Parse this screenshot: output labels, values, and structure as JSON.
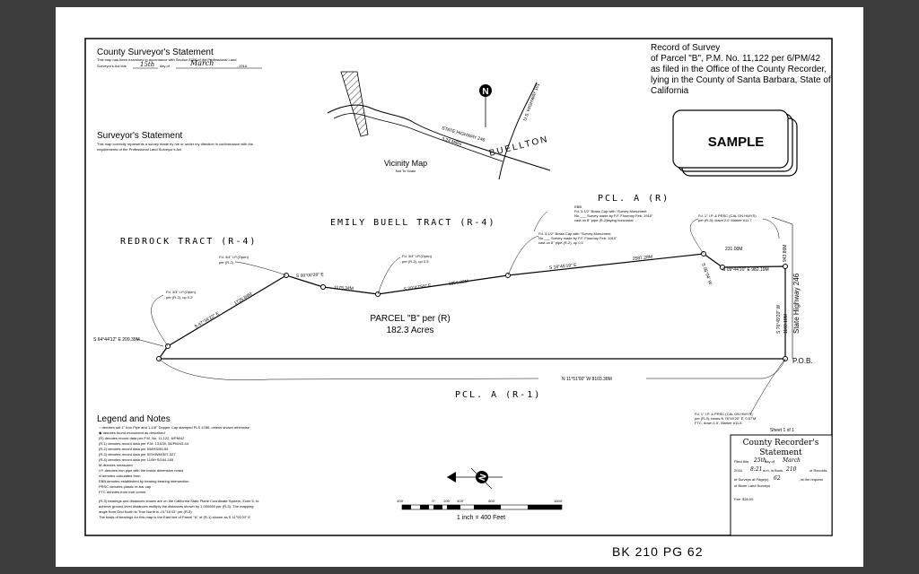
{
  "surveyor_county": {
    "title": "County Surveyor's Statement",
    "line1": "This map has been examined in accordance with Section 8766 of the Professional Land",
    "line2": "Surveyor's Act this",
    "day": "15th",
    "day_of": "day of",
    "month": "March",
    "year": ", 2016"
  },
  "surveyor_statement": {
    "title": "Surveyor's Statement",
    "line1": "This map correctly represents a survey made by me or under my direction in conformance with the",
    "line2": "requirements of the Professional Land Surveyor's Act"
  },
  "record": {
    "line1": "Record of Survey",
    "line2": "of Parcel \"B\", P.M. No. 11,122 per 6/PM/42",
    "line3": "as filed in the Office of the County Recorder,",
    "line4": "lying in the County of Santa Barbara, State of",
    "line5": "California"
  },
  "stamp": "SAMPLE",
  "vicinity": {
    "title": "Vicinity Map",
    "subtitle": "Not To Scale",
    "highway": "STATE HIGHWAY 246",
    "us101": "U.S. HIGHWAY 101",
    "distance": "3.24 Miles",
    "town": "BUELLTON"
  },
  "tracts": {
    "redrock": "REDROCK TRACT (R-4)",
    "emily": "EMILY BUELL TRACT (R-4)",
    "pcl_a_top": "PCL. A (R)",
    "pcl_a_bottom": "PCL. A (R-1)"
  },
  "parcel": {
    "name": "PARCEL \"B\" per (R)",
    "area": "182.3 Acres"
  },
  "calls": {
    "c1": "S 64°44'12\" E  209.39M",
    "c2": "1725.84M",
    "c3": "S 47°34'22\" E",
    "c4": "S 00°00'28\" E",
    "c5": "1175.34M",
    "c6": "S 20°47'58\" E",
    "c7": "1856.22M",
    "c8": "S 18°45'19\" E",
    "c9": "2587.28M",
    "c10": "S 09°44'10\" E  982.19M",
    "c11": "231.00M",
    "c12": "S 05°04' W",
    "c13": "S 76°49'20\" W",
    "c14": "1103.18M",
    "c15": "State Highway 246",
    "c16": "943.86M",
    "c17": "N 11°51'00\" W  8103.38M",
    "pob": "P.O.B."
  },
  "monuments": {
    "m1a": "Fd. 3/4\" I.P.(Open)",
    "m1b": "per (R-2), up 0.2'",
    "m2a": "Fd. 3/4\" I.P.(Open)",
    "m2b": "per (R-2)",
    "m3a": "Fd. 3/4\" I.P.(Open)",
    "m3b": "per (R-2), up 0.3'",
    "m4a": "Fd. 3-1/2\" Brass Cap with \"Survey Monument",
    "m4b": "No.___ Survey made by F.F. Flournoy Feb. 1910\"",
    "m4c": "cast on 8\" pipe (R-2), up 0.1'",
    "m5a": "EBB",
    "m5b": "Fd. 3-1/2\" Brass Cap with \"Survey Monument",
    "m5c": "No.___ Survey made by F.F. Flournoy Feb. 1910\"",
    "m5d": "cast on 8\" pipe (R-2)laying horizontal",
    "m6a": "Fd. 1\" I.P. & PRSC (CAL DN HWYS)",
    "m6b": "per (R-3), down 2.0' Marker #11.7",
    "m7a": "Fd. 1\" I.P. & PRSC (CAL DN HWYS)",
    "m7b": "per (R-3), bears N 76°49'20\" E, 0.57'M",
    "m7c": "FTC, down 1.5', Marker #11.8"
  },
  "legend": {
    "title": "Legend and Notes",
    "items": [
      "○   denotes set 1\" Iron Pipe and 1-1/8\" Dopper Cap stamped PLS 4786, unless shown otherwise",
      "◉   denotes found monument as described",
      "(R)     denotes record data per P.M. No. 11,122, 6/PM/42",
      "(R-1)  denotes record data per P.M. 13,639, 54/PM/43-44",
      "(R-2)  denotes record data per 5/MHS/55-59",
      "(R-3)  denotes record data per 5/SHWM/307-327",
      "(R-4)  denotes record data per 11/M+S/164-165",
      "M       denotes measured",
      "I.P.    denotes iron pipe with the inside dimension noted",
      "cl      denotes calculated from",
      "EBB   denotes established by bearing bearing intersection",
      "PRSC denotes plastic re-bar cap",
      "FTC   denotes from true corner"
    ],
    "note1": "(R-3) bearings and distances shown are on the California State Plane Coordinate System, Zone 5, to",
    "note2": "achieve ground level distances multiply the distances shown by 1.000089 per (R-3). The mapping",
    "note3": "angle from Grid North to True North is -01°16'43\" per (R-3)",
    "note4": "The basis of bearings for this map is the East line of Parcel \"A\" of (R-1) shown as S 11°51'00\" E"
  },
  "scale": {
    "t0": "400'",
    "t1": "0'",
    "t2": "200'",
    "t3": "400'",
    "t4": "800'",
    "t5": "1600'",
    "label": "1 inch = 400 Feet"
  },
  "sheet": "Sheet 1 of 1",
  "recorder": {
    "title1": "County Recorder's",
    "title2": "Statement",
    "l1a": "Filed this",
    "l1v": "25th",
    "l1b": "day of",
    "l1m": "March",
    "l2a": "2016",
    "l2v": "8:21",
    "l2b": "a.m. in Book",
    "l2c": "210",
    "l2d": "of Records",
    "l3a": "of Surveys at Page(s)",
    "l3v": "62",
    "l3b": ", at the request",
    "l4": "of Bixler Land Surveys",
    "fee": "Fee: $35.00"
  },
  "book_page": "BK 210   PG 62"
}
